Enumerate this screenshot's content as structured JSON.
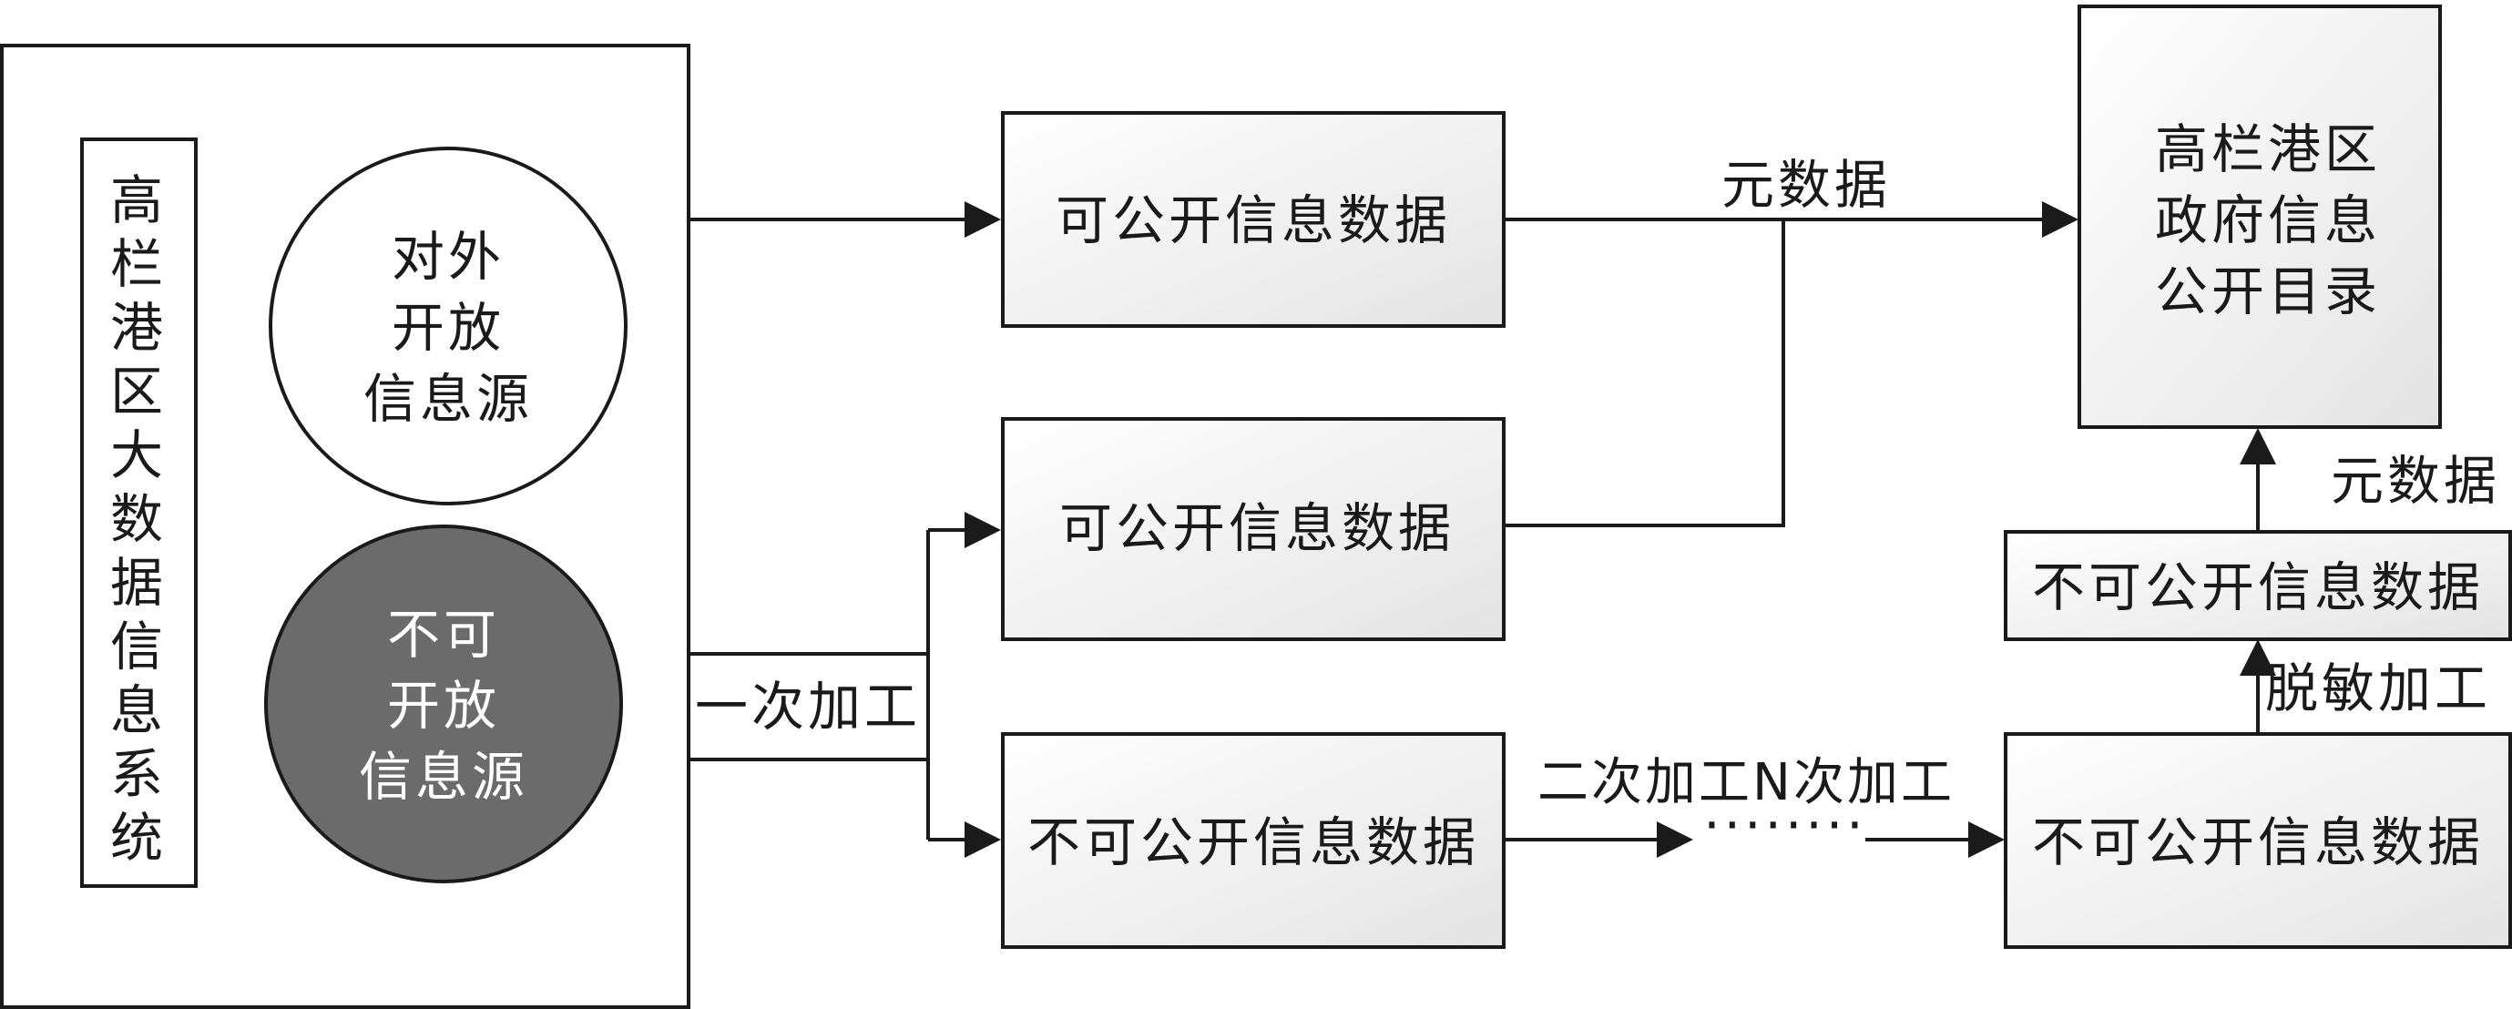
{
  "system": {
    "label_chars": [
      "高",
      "栏",
      "港",
      "区",
      "大",
      "数",
      "据",
      "信",
      "息",
      "系",
      "统"
    ]
  },
  "open_source": {
    "lines": [
      "对外",
      "开放",
      "信息源"
    ]
  },
  "closed_source": {
    "lines": [
      "不可",
      "开放",
      "信息源"
    ]
  },
  "process": {
    "first": "一次加工",
    "second": "二次加工N次加工",
    "desensitize": "脱敏加工",
    "dashes": "········"
  },
  "nodes": {
    "public_data_1": "可公开信息数据",
    "public_data_2": "可公开信息数据",
    "private_data_1": "不可公开信息数据",
    "private_data_2": "不可公开信息数据",
    "private_data_3": "不可公开信息数据",
    "catalog": {
      "lines": [
        "高栏港区",
        "政府信息",
        "公开目录"
      ]
    }
  },
  "edges": {
    "metadata_top": "元数据",
    "metadata_right": "元数据"
  },
  "colors": {
    "closed_circle": "#6b6b6b",
    "line": "#1a1a1a",
    "box_gradient_start": "#ffffff",
    "box_gradient_end": "#e6e6e6"
  }
}
